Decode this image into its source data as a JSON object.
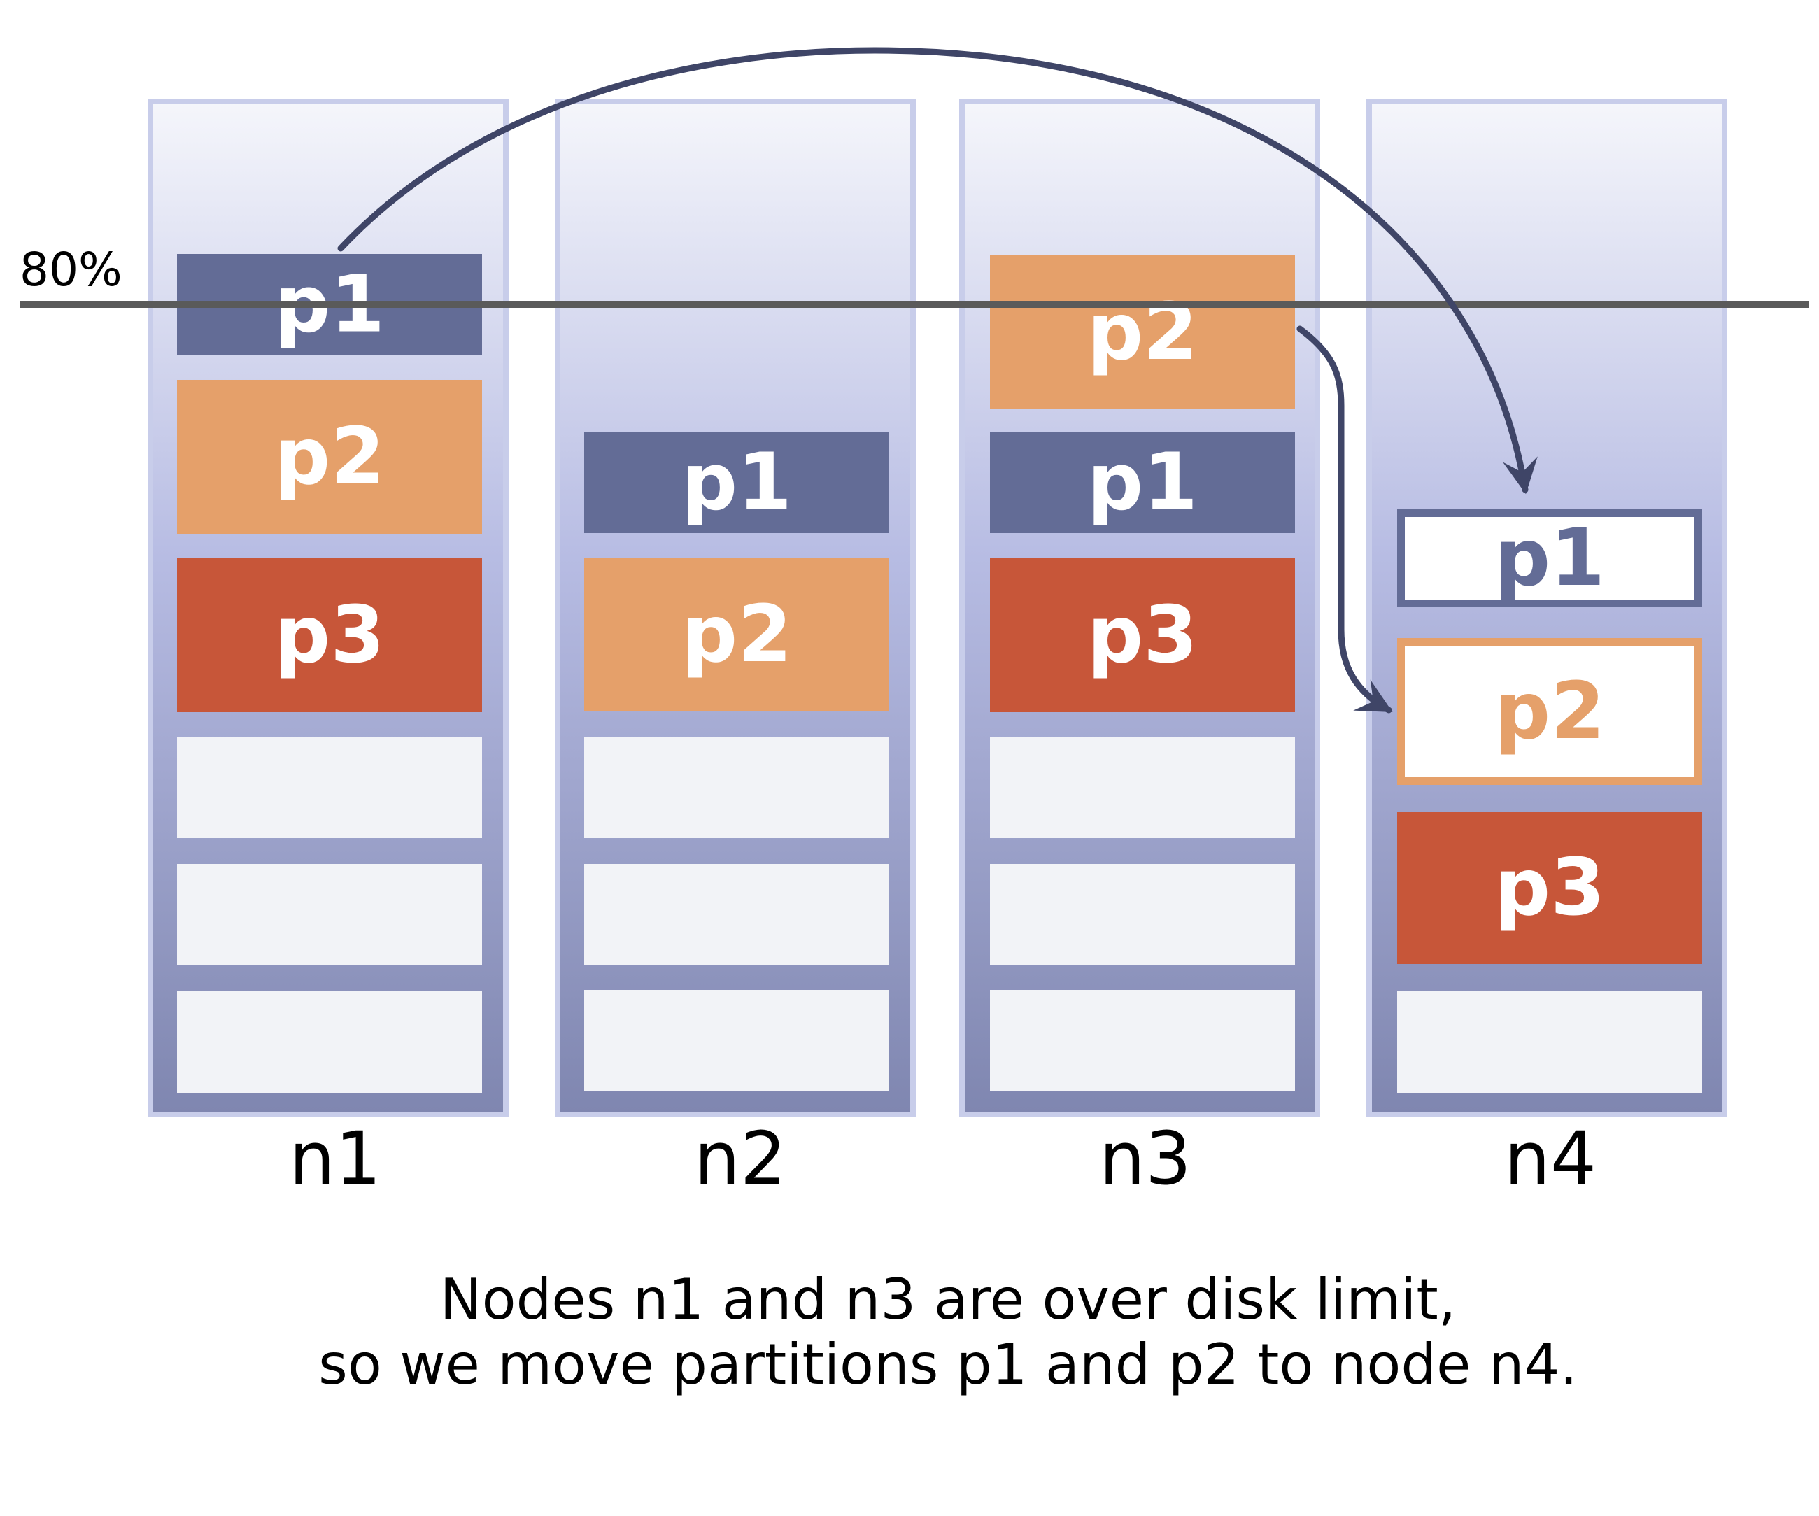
{
  "colors": {
    "p1": "#636c96",
    "p2": "#e5a06a",
    "p3": "#c75639",
    "empty": "#f2f3f7",
    "column_border": "#c8cdea",
    "column_top": "#f5f6fb",
    "column_mid": "#b7bce3",
    "column_bottom": "#7f86b0",
    "arrow": "#3f4567",
    "threshold_line": "#5a5a5a",
    "part_text": "#ffffff"
  },
  "threshold": {
    "label": "80%"
  },
  "nodes": [
    {
      "id": "n1",
      "label": "n1",
      "slots": [
        {
          "label": "p1",
          "kind": "p1"
        },
        {
          "label": "p2",
          "kind": "p2"
        },
        {
          "label": "p3",
          "kind": "p3"
        },
        {
          "kind": "empty"
        },
        {
          "kind": "empty"
        },
        {
          "kind": "empty"
        }
      ]
    },
    {
      "id": "n2",
      "label": "n2",
      "slots": [
        {
          "label": "p1",
          "kind": "p1"
        },
        {
          "label": "p2",
          "kind": "p2"
        },
        {
          "kind": "empty"
        },
        {
          "kind": "empty"
        },
        {
          "kind": "empty"
        }
      ]
    },
    {
      "id": "n3",
      "label": "n3",
      "slots": [
        {
          "label": "p2",
          "kind": "p2"
        },
        {
          "label": "p1",
          "kind": "p1"
        },
        {
          "label": "p3",
          "kind": "p3"
        },
        {
          "kind": "empty"
        },
        {
          "kind": "empty"
        },
        {
          "kind": "empty"
        }
      ]
    },
    {
      "id": "n4",
      "label": "n4",
      "slots": [
        {
          "label": "p1",
          "kind": "p1",
          "outlined": true
        },
        {
          "label": "p2",
          "kind": "p2",
          "outlined": true
        },
        {
          "label": "p3",
          "kind": "p3"
        },
        {
          "kind": "empty"
        }
      ]
    }
  ],
  "moves": [
    {
      "partition": "p1",
      "from": "n1",
      "to": "n4"
    },
    {
      "partition": "p2",
      "from": "n3",
      "to": "n4"
    }
  ],
  "caption": {
    "line1": "Nodes n1 and n3 are over disk limit,",
    "line2": "so we move partitions p1 and p2 to node n4."
  }
}
